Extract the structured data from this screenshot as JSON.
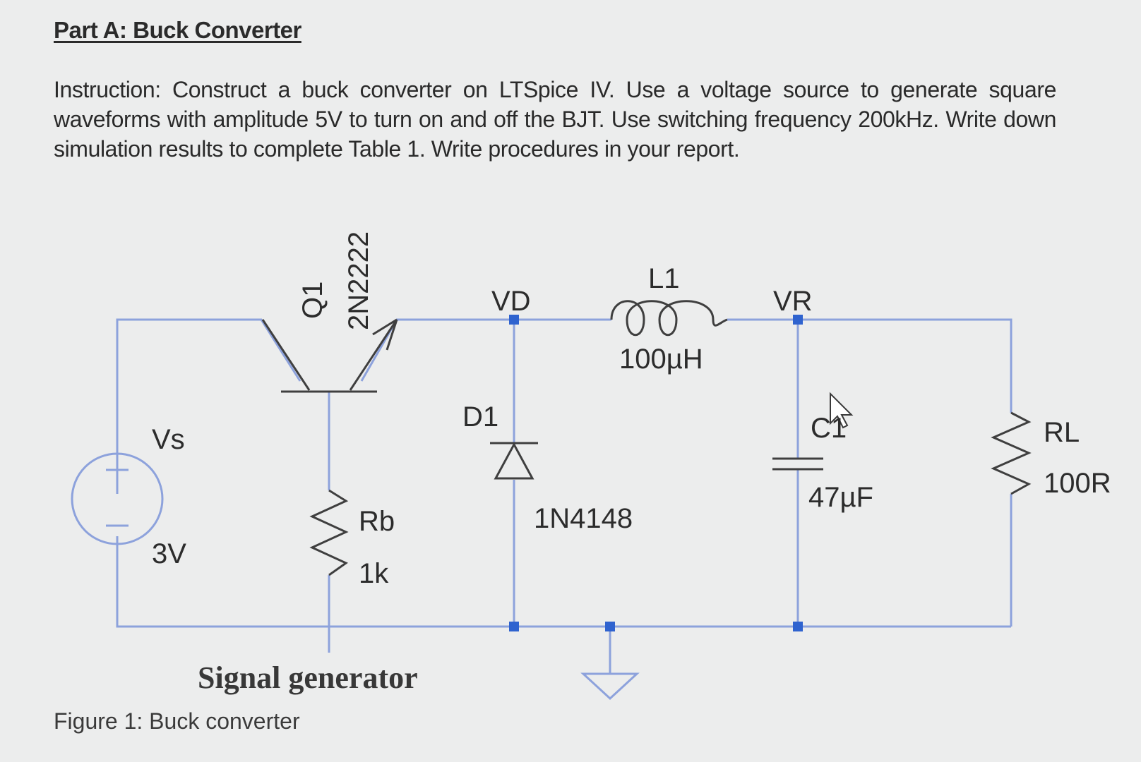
{
  "heading": "Part A: Buck Converter",
  "instruction": "Instruction: Construct a buck converter on LTSpice IV. Use a voltage source to generate square waveforms with amplitude 5V to turn on and off the BJT. Use switching frequency 200kHz. Write down simulation results to complete Table 1. Write procedures in your report.",
  "circuit": {
    "source": {
      "name": "Vs",
      "value": "3V"
    },
    "transistor": {
      "name": "Q1",
      "model": "2N2222"
    },
    "base_resistor": {
      "name": "Rb",
      "value": "1k"
    },
    "diode": {
      "name": "D1",
      "model": "1N4148"
    },
    "inductor": {
      "name": "L1",
      "value": "100µH"
    },
    "capacitor": {
      "name": "C1",
      "value": "47µF"
    },
    "load": {
      "name": "RL",
      "value": "100R"
    },
    "nodes": {
      "diode_node": "VD",
      "output_node": "VR"
    },
    "signal_generator_label": "Signal generator",
    "wire_color": "#8da2dc",
    "junction_color": "#2f63cf",
    "component_color": "#3f3f3f"
  },
  "caption": "Figure 1: Buck converter"
}
